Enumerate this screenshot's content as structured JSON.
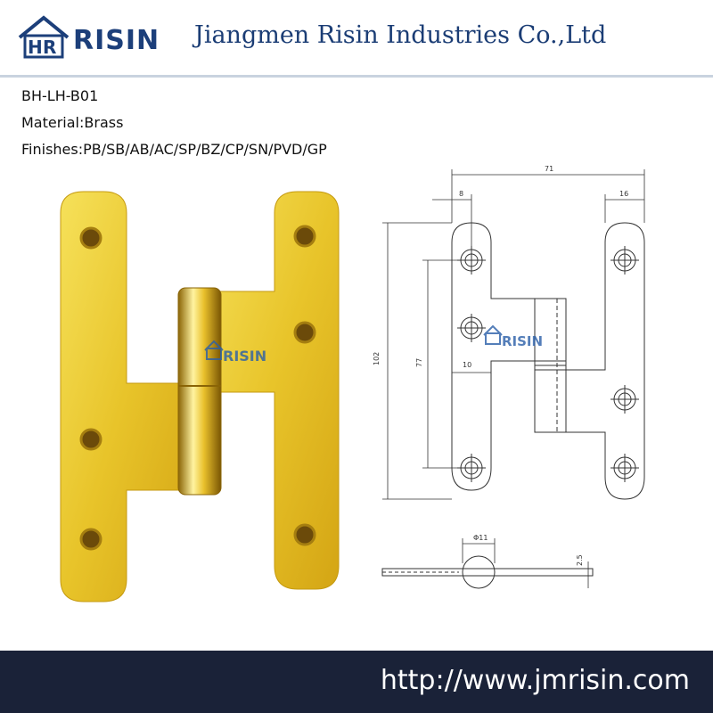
{
  "header": {
    "logo_text": "RISIN",
    "company_name": "Jiangmen Risin Industries Co.,Ltd"
  },
  "product": {
    "code": "BH-LH-B01",
    "material": "Material:Brass",
    "finishes": "Finishes:PB/SB/AB/AC/SP/BZ/CP/SN/PVD/GP"
  },
  "photo": {
    "watermark_text": "RISIN"
  },
  "drawing": {
    "watermark_text": "RISIN",
    "dim_total_width": "71",
    "dim_left_offset": "8",
    "dim_right_leaf": "16",
    "dim_height": "102",
    "dim_hole_spacing": "77",
    "dim_inner": "10",
    "dim_knuckle": "Φ11",
    "dim_thickness": "2.5"
  },
  "footer": {
    "url": "http://www.jmrisin.com"
  },
  "colors": {
    "brand_blue": "#1b3d75",
    "footer_bg": "#1a2238",
    "brass": "#e8c42a"
  }
}
